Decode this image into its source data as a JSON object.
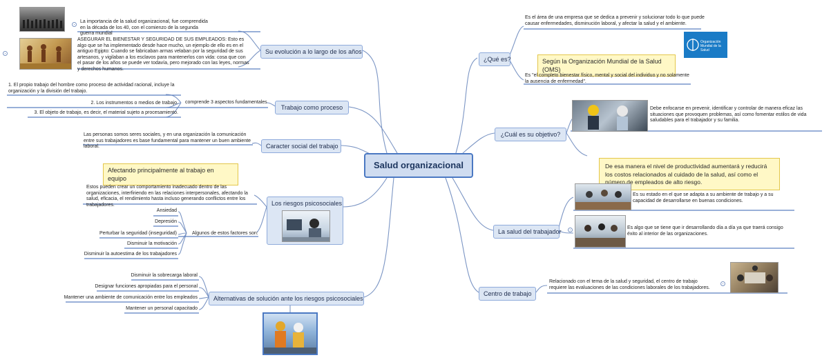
{
  "central": "Salud organizacional",
  "left": {
    "evolucion": {
      "label": "Su evolución a lo largo de los años",
      "notes": [
        "La importancia de la salud organizacional, fue comprendida en la década de los 40, con el comienzo de la segunda guerra mundial",
        "ASEGURAR EL BIENESTAR Y SEGURIDAD DE SUS EMPLEADOS: Esto es algo que se ha implementado desde hace mucho, un ejemplo de ello es en el antiguo Egipto: Cuando se fabricaban armas velaban por la seguridad de sus artesanos, y vigilaban a los esclavos para mantenerlos con vida: cosa que con el pasar de los años se puede ver todavía, pero mejorado con las leyes, normas y derechos humanos."
      ]
    },
    "trabajo": {
      "label": "Trabajo como proceso",
      "sub": "comprende 3 aspectos fundamentales",
      "items": [
        "1. El propio trabajo del hombre como proceso de actividad racional, incluye la organización y la división del trabajo.",
        "2. Los instrumentos o medios de trabajo.",
        "3. El objeto de trabajo, es decir, el material sujeto a procesamiento."
      ]
    },
    "social": {
      "label": "Caracter social del trabajo",
      "note": "Las personas somos seres sociales, y en una organización la comunicación entre sus trabajadores es base fundamental para mantener un buen ambiente laboral."
    },
    "riesgos": {
      "label": "Los riesgos psicosociales",
      "callout": "Afectando principalmente al trabajo en equipo",
      "note": "Estos pueden crear un comportamiento inadecuado dentro de las organizaciones, interfiriendo en las relaciones interpersonales, afectando la salud, eficacia, el rendimiento hasta incluso generando conflictos entre los trabajadores.",
      "factors_label": "Algunos de estos factores son:",
      "factors": [
        "Ansiedad",
        "Depresión",
        "Perturbar la seguridad (inseguridad)",
        "Disminuir la motivación",
        "Disminuir la autoestima de los trabajadores"
      ]
    },
    "alternativas": {
      "label": "Alternativas de solución ante los riesgos psicosociales",
      "items": [
        "Disminuir la sobrecarga laboral",
        "Designar funciones apropiadas para el personal",
        "Mantener una ambiente de comunicación entre los empleados",
        "Mantener un personal capacitado"
      ]
    }
  },
  "right": {
    "que_es": {
      "label": "¿Qué es?",
      "note1": "Es el área de una empresa que se dedica a prevenir y solucionar todo lo que puede causar enfermedades, disminución laboral, y afectar la salud y el ambiente.",
      "oms": "Según la Organización Mundial de la Salud (OMS)",
      "oms_logo": "Organización Mundial de la Salud",
      "note2": "Es \"el completo bienestar físico, mental y social del individuo y no solamente la ausencia de enfermedad\"."
    },
    "objetivo": {
      "label": "¿Cuál es su objetivo?",
      "note": "Debe enfocarse en prevenir, identificar y controlar de manera eficaz las situaciones que provoquen problemas, así como fomentar estilos de vida saludables para el trabajador y su familia.",
      "callout": "De esa manera el nivel de productividad aumentará y reducirá los costos relacionados al cuidado de la salud, así como el número de empleados de alto riesgo."
    },
    "salud_trabajador": {
      "label": "La salud del trabajador",
      "notes": [
        "Es su estado en el que se adapta a su ambiente de trabajo y a su capacidad de desarrollarse en buenas condiciones.",
        "Es algo que se tiene que ir desarrollando día a día ya que traerá consigo éxito al interior de las organizaciones."
      ]
    },
    "centro": {
      "label": "Centro de trabajo",
      "note": "Relacionado con el tema de la salud y seguridad, el centro de trabajo requiere las evaluaciones de las condiciones laborales de los trabajadores."
    }
  },
  "colors": {
    "topic_bg": "#dce6f4",
    "topic_border": "#8eaadb",
    "central_border": "#4a78c2",
    "callout_bg": "#fff8c6",
    "line": "#7b95c4"
  }
}
